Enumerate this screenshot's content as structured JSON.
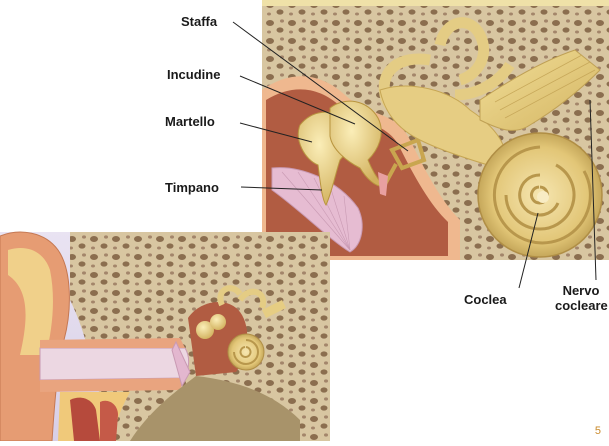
{
  "labels": {
    "staffa": "Staffa",
    "incudine": "Incudine",
    "martello": "Martello",
    "timpano": "Timpano",
    "coclea": "Coclea",
    "nervo_line1": "Nervo",
    "nervo_line2": "cocleare"
  },
  "page_number": "5",
  "colors": {
    "bone": "#d9c7a3",
    "bone_pore": "#8a6d4e",
    "ossicle": "#e7cf7e",
    "cochlea": "#e3c978",
    "tissue": "#b7654a",
    "skin": "#e8a17c",
    "membrane": "#e3b7cf"
  }
}
